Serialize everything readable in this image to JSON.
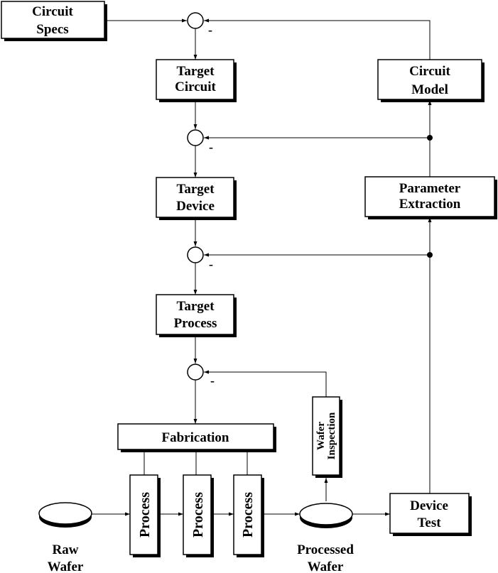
{
  "blocks": {
    "circuit_specs": [
      "Circuit",
      "Specs"
    ],
    "target_circuit": [
      "Target",
      "Circuit"
    ],
    "target_device": [
      "Target",
      "Device"
    ],
    "target_process": [
      "Target",
      "Process"
    ],
    "circuit_model": [
      "Circuit",
      "Model"
    ],
    "parameter_extraction": [
      "Parameter",
      "Extraction"
    ],
    "fabrication": "Fabrication",
    "process_steps": [
      "Process",
      "Process",
      "Process"
    ],
    "wafer_inspection": [
      "Wafer",
      "Inspection"
    ],
    "device_test": [
      "Device",
      "Test"
    ]
  },
  "wafers": {
    "raw": [
      "Raw",
      "Wafer"
    ],
    "processed": [
      "Processed",
      "Wafer"
    ]
  },
  "summing_sign": "-"
}
